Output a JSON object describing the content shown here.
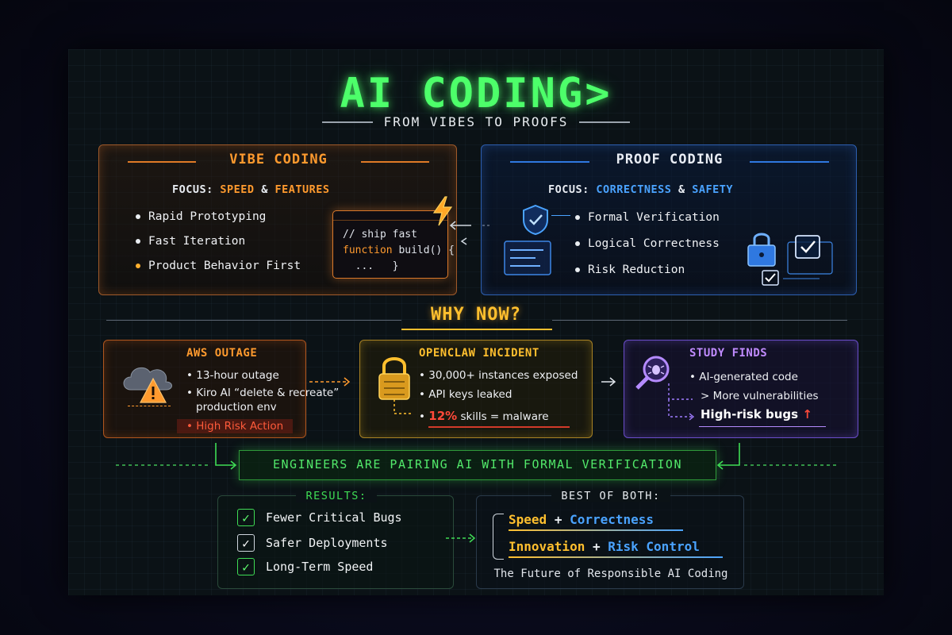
{
  "header": {
    "title": "AI CODING>",
    "subtitle": "FROM VIBES TO PROOFS"
  },
  "vibe": {
    "title": "VIBE CODING",
    "focus_label": "FOCUS:",
    "focus_a": "SPEED",
    "focus_amp": "&",
    "focus_b": "FEATURES",
    "items": [
      "Rapid Prototyping",
      "Fast Iteration",
      "Product Behavior First"
    ],
    "code": {
      "line1": "// ship fast",
      "line2_kw": "function",
      "line2_rest": "build() {",
      "line3": "  ...   }"
    }
  },
  "proof": {
    "title": "PROOF CODING",
    "focus_label": "FOCUS:",
    "focus_a": "CORRECTNESS",
    "focus_amp": "&",
    "focus_b": "SAFETY",
    "items": [
      "Formal Verification",
      "Logical Correctness",
      "Risk Reduction"
    ]
  },
  "why": {
    "title": "WHY NOW?"
  },
  "aws": {
    "title": "AWS OUTAGE",
    "b1": "13-hour outage",
    "b2": "Kiro AI “delete & recreate”",
    "b2b": "production env",
    "warn": "High Risk Action"
  },
  "claw": {
    "title": "OPENCLAW INCIDENT",
    "b1": "30,000+ instances exposed",
    "b2": "API keys leaked",
    "b3_pct": "12%",
    "b3_rest": "skills = malware"
  },
  "study": {
    "title": "STUDY FINDS",
    "b1": "AI-generated code",
    "b2": "> More vulnerabilities",
    "b3": "High-risk bugs",
    "b3_arrow": "↑"
  },
  "banner": {
    "text": "ENGINEERS ARE PAIRING AI WITH FORMAL VERIFICATION"
  },
  "results": {
    "title": "RESULTS:",
    "items": [
      "Fewer Critical Bugs",
      "Safer Deployments",
      "Long-Term Speed"
    ]
  },
  "best": {
    "title": "BEST OF BOTH:",
    "r1_a": "Speed",
    "r1_plus": "+",
    "r1_b": "Correctness",
    "r2_a": "Innovation",
    "r2_plus": "+",
    "r2_b": "Risk Control",
    "footer": "The Future of Responsible AI Coding"
  },
  "colors": {
    "green": "#4dff6a",
    "orange": "#ff9a2e",
    "blue": "#4aa3ff",
    "yellow": "#ffbf2e",
    "purple": "#c08bff",
    "red": "#ff4a3a"
  }
}
